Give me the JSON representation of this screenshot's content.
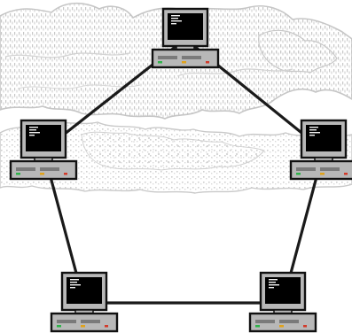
{
  "diagram": {
    "type": "ring-network",
    "colors": {
      "background": "#ffffff",
      "map_texture": "#d6d6d6",
      "map_outline": "#c4c4c4",
      "link": "#1a1a1a",
      "computer_outline": "#111111",
      "computer_body": "#b8b8b8",
      "screen": "#000000",
      "screen_text": "#f2f2f2",
      "led_green": "#2fb34a",
      "led_orange": "#e0a21a",
      "led_red": "#d23a2a"
    },
    "icons": [
      "computer-icon",
      "world-map-background"
    ],
    "nodes": [
      {
        "id": "node-top",
        "icon": "computer-icon"
      },
      {
        "id": "node-left",
        "icon": "computer-icon"
      },
      {
        "id": "node-right",
        "icon": "computer-icon"
      },
      {
        "id": "node-bottom-left",
        "icon": "computer-icon"
      },
      {
        "id": "node-bottom-right",
        "icon": "computer-icon"
      }
    ],
    "links": [
      {
        "from": "node-top",
        "to": "node-right"
      },
      {
        "from": "node-right",
        "to": "node-bottom-right"
      },
      {
        "from": "node-bottom-right",
        "to": "node-bottom-left"
      },
      {
        "from": "node-bottom-left",
        "to": "node-left"
      },
      {
        "from": "node-left",
        "to": "node-top"
      }
    ]
  }
}
